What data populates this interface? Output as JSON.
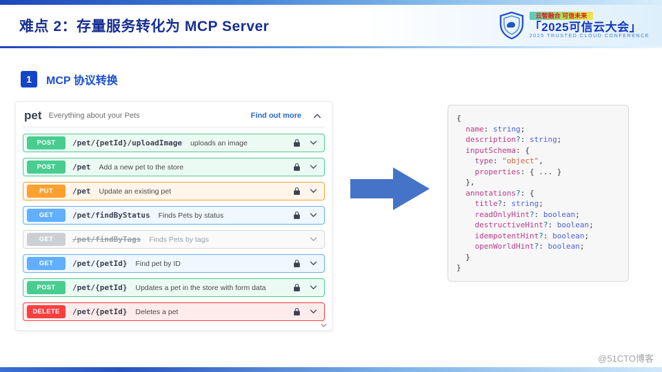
{
  "colors": {
    "accent_blue": "#1647c9",
    "title_navy": "#172f93",
    "arrow_blue": "#4573c8",
    "link_blue": "#2a69c4"
  },
  "icons": {
    "lock-icon": "🔒",
    "chevron-down-icon": "⌄",
    "chevron-up-icon": "⌃",
    "shield-logo-icon": "🛡",
    "scroll-down-icon": "⌄"
  },
  "header": {
    "title": "难点 2：存量服务转化为 MCP Server",
    "logo": {
      "banner": "云智融合 可信未来",
      "title": "「2025可信云大会」",
      "subtitle": "2025 TRUSTED CLOUD CONFERENCE"
    }
  },
  "section": {
    "number": "1",
    "title": "MCP 协议转换"
  },
  "swagger": {
    "group": {
      "name": "pet",
      "description": "Everything about your Pets",
      "link_label": "Find out more"
    },
    "method_colors": {
      "POST": "#49cc90",
      "PUT": "#fca130",
      "GET": "#61affe",
      "DELETE": "#f93e3e"
    },
    "deprecated_badge_color": "#cdd0d3",
    "endpoints": [
      {
        "method": "POST",
        "path": "/pet/{petId}/uploadImage",
        "summary": "uploads an image",
        "locked": true,
        "deprecated": false
      },
      {
        "method": "POST",
        "path": "/pet",
        "summary": "Add a new pet to the store",
        "locked": true,
        "deprecated": false
      },
      {
        "method": "PUT",
        "path": "/pet",
        "summary": "Update an existing pet",
        "locked": true,
        "deprecated": false
      },
      {
        "method": "GET",
        "path": "/pet/findByStatus",
        "summary": "Finds Pets by status",
        "locked": true,
        "deprecated": false
      },
      {
        "method": "GET",
        "path": "/pet/findByTags",
        "summary": "Finds Pets by tags",
        "locked": false,
        "deprecated": true
      },
      {
        "method": "GET",
        "path": "/pet/{petId}",
        "summary": "Find pet by ID",
        "locked": true,
        "deprecated": false
      },
      {
        "method": "POST",
        "path": "/pet/{petId}",
        "summary": "Updates a pet in the store with form data",
        "locked": true,
        "deprecated": false
      },
      {
        "method": "DELETE",
        "path": "/pet/{petId}",
        "summary": "Deletes a pet",
        "locked": true,
        "deprecated": false
      }
    ]
  },
  "code": {
    "colors": {
      "k": "#bb3a8a",
      "t": "#4a63d8",
      "s": "#d2603a",
      "p": "#35353b",
      "o": "#0e7490"
    },
    "lines": [
      [
        [
          "{",
          "p"
        ]
      ],
      [
        [
          "  ",
          "p"
        ],
        [
          "name",
          "k"
        ],
        [
          ": ",
          "p"
        ],
        [
          "string",
          "t"
        ],
        [
          ";",
          "p"
        ]
      ],
      [
        [
          "  ",
          "p"
        ],
        [
          "description",
          "k"
        ],
        [
          "?",
          "o"
        ],
        [
          ": ",
          "p"
        ],
        [
          "string",
          "t"
        ],
        [
          ";",
          "p"
        ]
      ],
      [
        [
          "  ",
          "p"
        ],
        [
          "inputSchema",
          "k"
        ],
        [
          ": {",
          "p"
        ]
      ],
      [
        [
          "    ",
          "p"
        ],
        [
          "type",
          "k"
        ],
        [
          ": ",
          "p"
        ],
        [
          "\"object\"",
          "s"
        ],
        [
          ",",
          "p"
        ]
      ],
      [
        [
          "    ",
          "p"
        ],
        [
          "properties",
          "k"
        ],
        [
          ": { ... }",
          "p"
        ]
      ],
      [
        [
          "  },",
          "p"
        ]
      ],
      [
        [
          "  ",
          "p"
        ],
        [
          "annotations",
          "k"
        ],
        [
          "?",
          "o"
        ],
        [
          ": {",
          "p"
        ]
      ],
      [
        [
          "    ",
          "p"
        ],
        [
          "title",
          "k"
        ],
        [
          "?",
          "o"
        ],
        [
          ": ",
          "p"
        ],
        [
          "string",
          "t"
        ],
        [
          ";",
          "p"
        ]
      ],
      [
        [
          "    ",
          "p"
        ],
        [
          "readOnlyHint",
          "k"
        ],
        [
          "?",
          "o"
        ],
        [
          ": ",
          "p"
        ],
        [
          "boolean",
          "t"
        ],
        [
          ";",
          "p"
        ]
      ],
      [
        [
          "    ",
          "p"
        ],
        [
          "destructiveHint",
          "k"
        ],
        [
          "?",
          "o"
        ],
        [
          ": ",
          "p"
        ],
        [
          "boolean",
          "t"
        ],
        [
          ";",
          "p"
        ]
      ],
      [
        [
          "    ",
          "p"
        ],
        [
          "idempotentHint",
          "k"
        ],
        [
          "?",
          "o"
        ],
        [
          ": ",
          "p"
        ],
        [
          "boolean",
          "t"
        ],
        [
          ";",
          "p"
        ]
      ],
      [
        [
          "    ",
          "p"
        ],
        [
          "openWorldHint",
          "k"
        ],
        [
          "?",
          "o"
        ],
        [
          ": ",
          "p"
        ],
        [
          "boolean",
          "t"
        ],
        [
          ";",
          "p"
        ]
      ],
      [
        [
          "  }",
          "p"
        ]
      ],
      [
        [
          "}",
          "p"
        ]
      ]
    ]
  },
  "watermark": "@51CTO博客"
}
